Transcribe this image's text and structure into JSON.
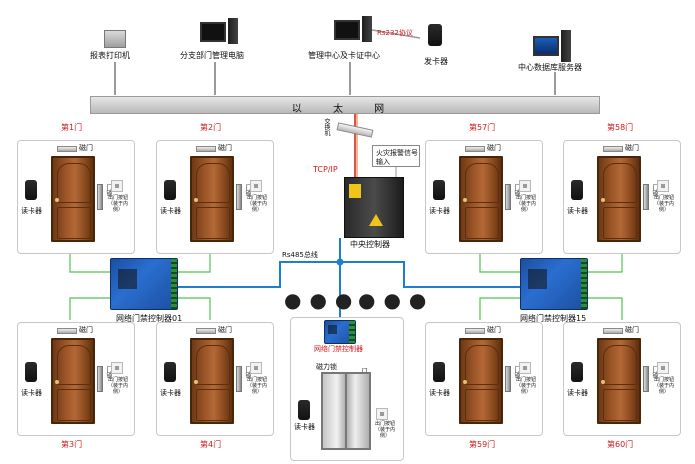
{
  "diagram": {
    "top_devices": {
      "printer": "报表打印机",
      "branch_pc": "分支部门管理电脑",
      "center_pc": "管理中心及卡证中心",
      "protocol": "Rs232协议",
      "card_issuer": "发卡器",
      "db_server": "中心数据库服务器"
    },
    "ethernet": "以 太 网",
    "switch_label": "交换机",
    "tcpip": "TCP/IP",
    "fire_alarm": "火灾报警信号输入",
    "center_controller": "中央控制器",
    "bus": "Rs485总线",
    "controllers": {
      "left": "网络门禁控制器01",
      "right": "网络门禁控制器15",
      "middle": "网络门禁控制器"
    },
    "door_labels": {
      "lock": "磁门",
      "lock_side": "门锁",
      "reader": "读卡器",
      "exit_button": "出门按钮（装于内侧）",
      "mag_lock": "磁力锁",
      "door_magnet": "门磁"
    },
    "doors": [
      "第1门",
      "第2门",
      "第57门",
      "第58门",
      "第3门",
      "第4门",
      "第59门",
      "第60门"
    ],
    "colors": {
      "rs485_blue": "#1c7fd0",
      "door_green": "#4fc34f",
      "tcp_red": "#d0191b",
      "tcp_orange": "#e8741f"
    }
  }
}
